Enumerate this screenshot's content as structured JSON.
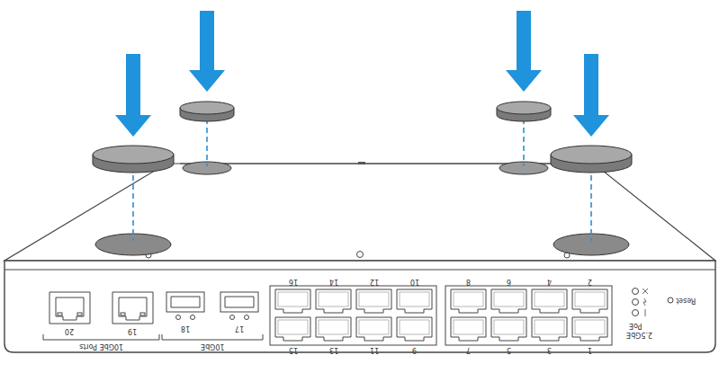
{
  "diagram": {
    "labels": [
      "16",
      "14",
      "12",
      "10",
      "8",
      "6",
      "4",
      "2",
      "15",
      "13",
      "11",
      "9",
      "7",
      "5",
      "3",
      "1",
      "20",
      "19",
      "18",
      "17",
      "10GbE Ports",
      "10GbE",
      "2.5GbE",
      "PoE",
      "Reset"
    ]
  }
}
